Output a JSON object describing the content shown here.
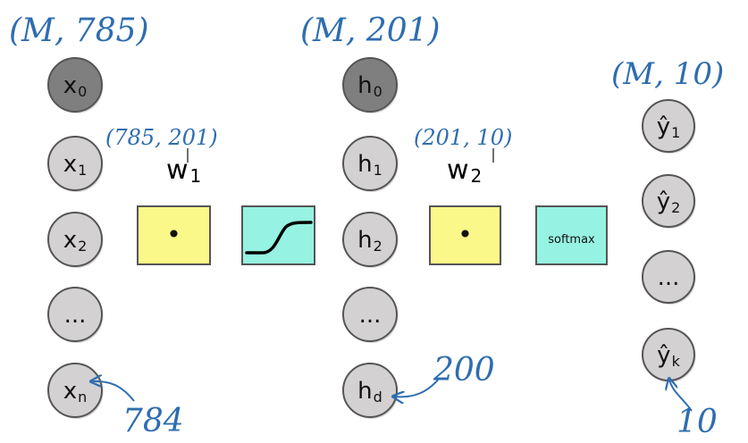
{
  "colors": {
    "annotation": "#2e6db0",
    "bias_node": "#7f7f7f",
    "node": "#d3d1d1",
    "weight_box": "#fbf88a",
    "activation_box": "#96f2e2",
    "outline": "#555555"
  },
  "shapes": {
    "input": "(M, 785)",
    "hidden": "(M, 201)",
    "output": "(M, 10)",
    "w1": "(785, 201)",
    "w2": "(201, 10)"
  },
  "input_layer": {
    "nodes": [
      {
        "base": "x",
        "sub": "0",
        "bias": true
      },
      {
        "base": "x",
        "sub": "1",
        "bias": false
      },
      {
        "base": "x",
        "sub": "2",
        "bias": false
      },
      {
        "base": "...",
        "sub": "",
        "bias": false
      },
      {
        "base": "x",
        "sub": "n",
        "bias": false
      }
    ],
    "count_note": "784"
  },
  "hidden_layer": {
    "nodes": [
      {
        "base": "h",
        "sub": "0",
        "bias": true
      },
      {
        "base": "h",
        "sub": "1",
        "bias": false
      },
      {
        "base": "h",
        "sub": "2",
        "bias": false
      },
      {
        "base": "...",
        "sub": "",
        "bias": false
      },
      {
        "base": "h",
        "sub": "d",
        "bias": false
      }
    ],
    "count_note": "200"
  },
  "output_layer": {
    "nodes": [
      {
        "base": "ŷ",
        "sub": "1"
      },
      {
        "base": "ŷ",
        "sub": "2"
      },
      {
        "base": "...",
        "sub": ""
      },
      {
        "base": "ŷ",
        "sub": "k"
      }
    ],
    "count_note": "10"
  },
  "weights": {
    "w1": {
      "base": "w",
      "sub": "1",
      "op": "•"
    },
    "w2": {
      "base": "w",
      "sub": "2",
      "op": "•"
    }
  },
  "activations": {
    "sigmoid_icon": "sigmoid-curve",
    "softmax_label": "softmax"
  }
}
